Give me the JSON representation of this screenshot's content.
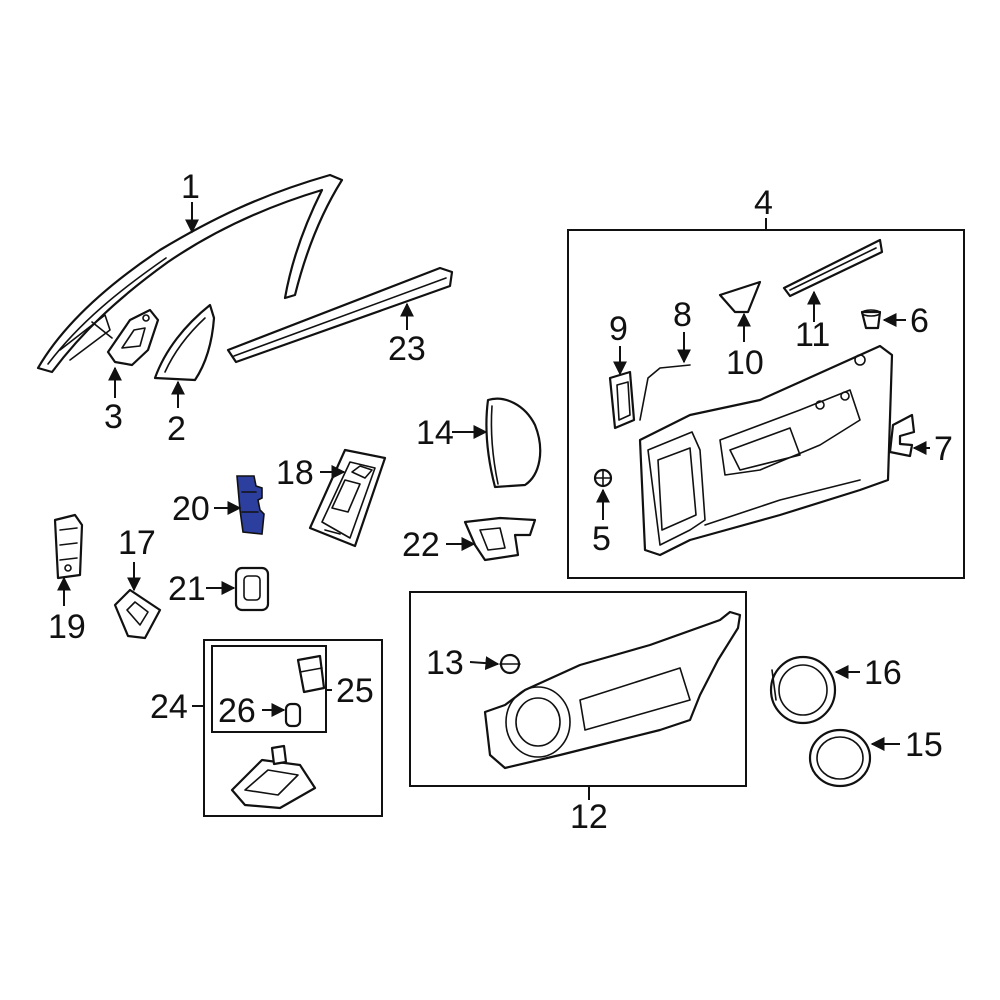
{
  "highlight_color": "#2c3f9e",
  "stroke_color": "#111111",
  "callouts": {
    "c1": "1",
    "c2": "2",
    "c3": "3",
    "c4": "4",
    "c5": "5",
    "c6": "6",
    "c7": "7",
    "c8": "8",
    "c9": "9",
    "c10": "10",
    "c11": "11",
    "c12": "12",
    "c13": "13",
    "c14": "14",
    "c15": "15",
    "c16": "16",
    "c17": "17",
    "c18": "18",
    "c19": "19",
    "c20": "20",
    "c21": "21",
    "c22": "22",
    "c23": "23",
    "c24": "24",
    "c25": "25",
    "c26": "26"
  }
}
